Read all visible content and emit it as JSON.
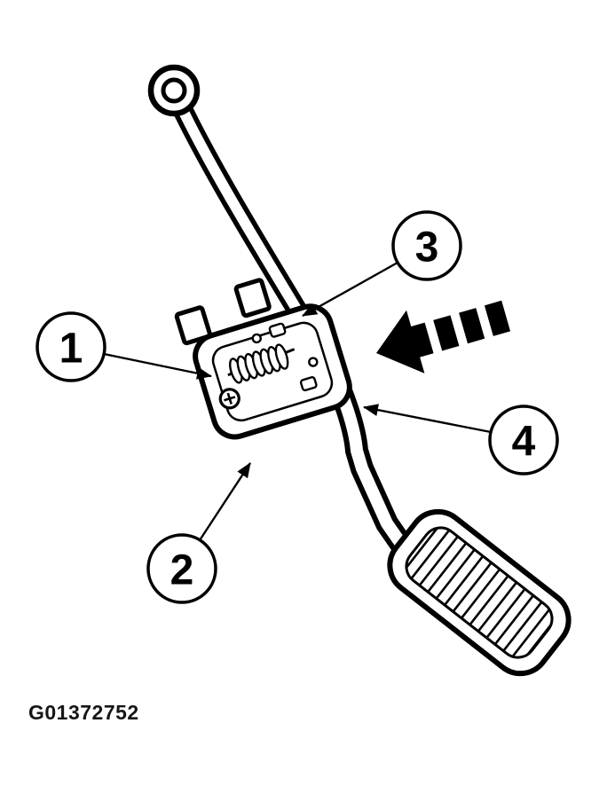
{
  "figure": {
    "id_label": "G01372752",
    "callouts": [
      "1",
      "2",
      "3",
      "4"
    ]
  },
  "icons": {
    "direction_arrow": "left-pointing-motion-arrow",
    "leader_arrowheads": "solid-triangle"
  },
  "colors": {
    "line": "#000000",
    "background": "#ffffff",
    "label_text": "#161616"
  }
}
